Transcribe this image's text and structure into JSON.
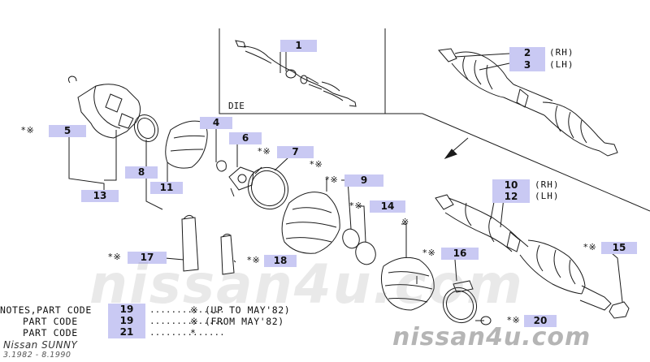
{
  "diagram": {
    "die_label": "DIE",
    "callouts": [
      {
        "id": "p1",
        "label": "1"
      },
      {
        "id": "p2",
        "label": "2",
        "side": "(RH)"
      },
      {
        "id": "p3",
        "label": "3",
        "side": "(LH)"
      },
      {
        "id": "p4",
        "label": "4"
      },
      {
        "id": "p5",
        "label": "5",
        "marks": "*※"
      },
      {
        "id": "p6",
        "label": "6"
      },
      {
        "id": "p7",
        "label": "7",
        "marks": "*※"
      },
      {
        "id": "p8",
        "label": "8"
      },
      {
        "id": "p9",
        "label": "9",
        "marks": "*※"
      },
      {
        "id": "p10",
        "label": "10",
        "side": "(RH)"
      },
      {
        "id": "p11",
        "label": "11"
      },
      {
        "id": "p12",
        "label": "12",
        "side": "(LH)"
      },
      {
        "id": "p13",
        "label": "13"
      },
      {
        "id": "p14",
        "label": "14",
        "marks": "*※"
      },
      {
        "id": "p15",
        "label": "15",
        "marks": "*※"
      },
      {
        "id": "p16",
        "label": "16",
        "marks": "*※"
      },
      {
        "id": "p17",
        "label": "17",
        "marks": "*※"
      },
      {
        "id": "p18",
        "label": "18",
        "marks": "*※"
      },
      {
        "id": "p20",
        "label": "20",
        "marks": "*※"
      },
      {
        "id": "m1",
        "marks": "*※"
      },
      {
        "id": "m2",
        "marks": "※"
      }
    ]
  },
  "notes": [
    {
      "label": "NOTES,PART CODE",
      "code": "19",
      "dots": "..............",
      "mark": "※",
      "desc": "(UP TO MAY'82)"
    },
    {
      "label": "PART CODE",
      "code": "19",
      "dots": "..............",
      "mark": "※",
      "desc": "(FROM MAY'82)"
    },
    {
      "label": "PART CODE",
      "code": "21",
      "dots": "..............",
      "mark": "*",
      "desc": ""
    }
  ],
  "footer": {
    "model": "Nissan SUNNY",
    "period": "3.1982 - 8.1990"
  },
  "watermarks": {
    "big": "nissan4u.com",
    "small": "nissan4u.com"
  },
  "colors": {
    "callout_fill": "#c9c9f3",
    "line": "#1a1a1a"
  }
}
